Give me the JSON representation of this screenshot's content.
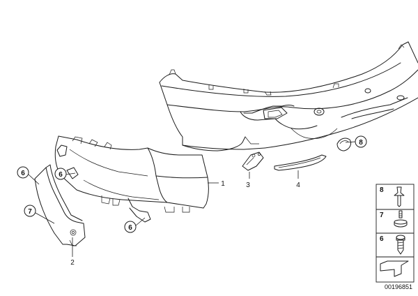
{
  "callouts": {
    "c6_left": "6",
    "c6_mid": "6",
    "c7": "7",
    "c6_bottom": "6",
    "c8": "8"
  },
  "labels": {
    "l1": "1",
    "l2": "2",
    "l3": "3",
    "l4": "4"
  },
  "legend": {
    "rows": [
      {
        "number": "8",
        "icon": "push-rivet-icon"
      },
      {
        "number": "7",
        "icon": "washer-screw-icon"
      },
      {
        "number": "6",
        "icon": "screw-icon"
      }
    ],
    "footer_icon": "bracket-shape-icon"
  },
  "document_number": "00196851"
}
